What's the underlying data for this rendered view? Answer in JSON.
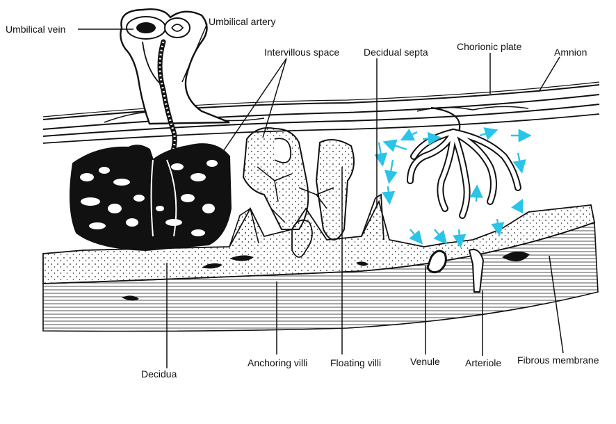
{
  "labels": {
    "umbilical_vein": "Umbilical vein",
    "umbilical_artery": "Umbilical artery",
    "intervillous_space": "Intervillous space",
    "decidual_septa": "Decidual septa",
    "chorionic_plate": "Chorionic plate",
    "amnion": "Amnion",
    "decidua": "Decidua",
    "anchoring_villi": "Anchoring villi",
    "floating_villi": "Floating villi",
    "venule": "Venule",
    "arteriole": "Arteriole",
    "fibrous_membrane": "Fibrous membrane"
  },
  "colors": {
    "ink": "#111111",
    "flow_arrows": "#29c4e8",
    "background": "#ffffff"
  }
}
